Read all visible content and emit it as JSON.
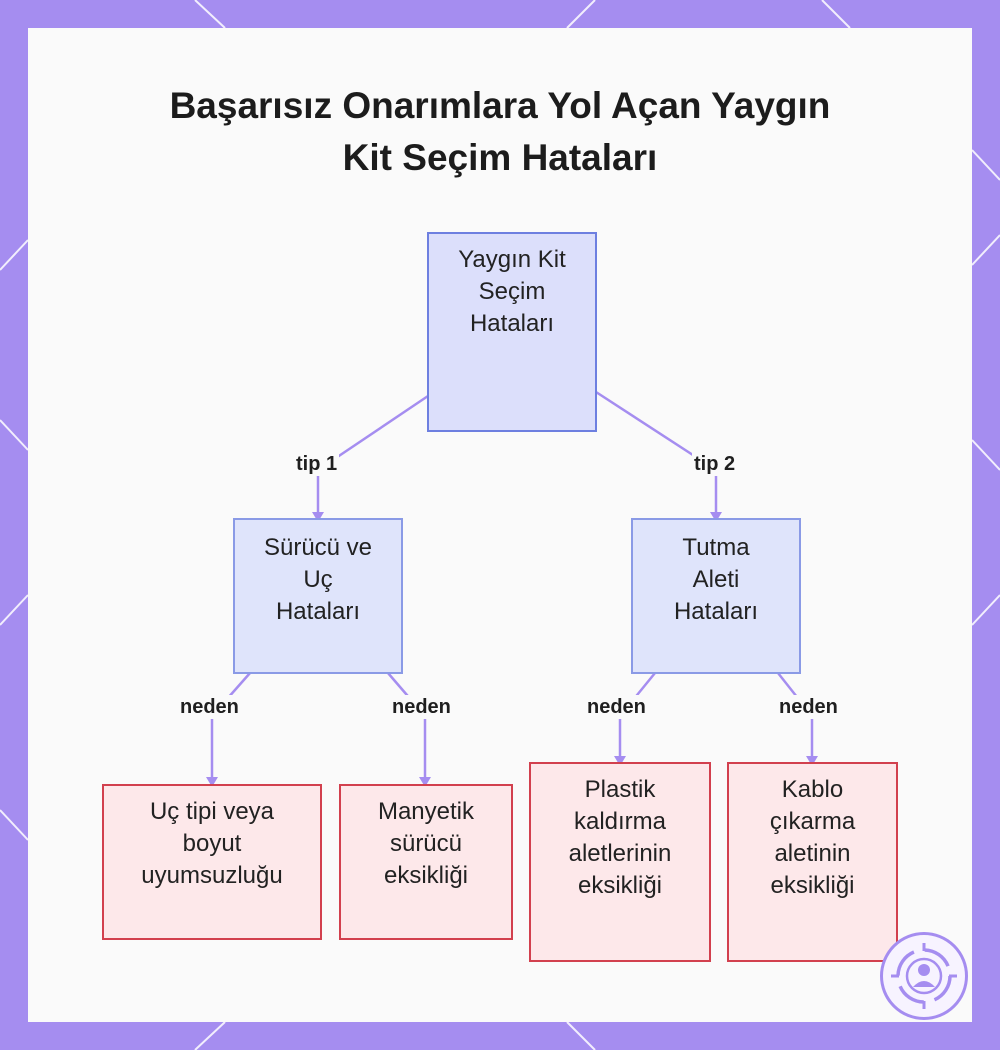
{
  "title_line1": "Başarısız Onarımlara Yol Açan Yaygın",
  "title_line2": "Kit Seçim Hataları",
  "colors": {
    "frame": "#a58df0",
    "blue_fill": "#dfe4fb",
    "blue_border": "#8a9ae6",
    "red_fill": "#fde8ea",
    "red_border": "#d2404e",
    "edge": "#a58df0"
  },
  "nodes": {
    "root": [
      "Yaygın Kit",
      "Seçim",
      "Hataları"
    ],
    "driver": [
      "Sürücü ve",
      "Uç",
      "Hataları"
    ],
    "grip": [
      "Tutma",
      "Aleti",
      "Hataları"
    ],
    "tip": [
      "Uç tipi veya",
      "boyut",
      "uyumsuzluğu"
    ],
    "magnetic": [
      "Manyetik",
      "sürücü",
      "eksikliği"
    ],
    "plastic": [
      "Plastik",
      "kaldırma",
      "aletlerinin",
      "eksikliği"
    ],
    "cable": [
      "Kablo",
      "çıkarma",
      "aletinin",
      "eksikliği"
    ]
  },
  "edge_labels": {
    "type1": "tip 1",
    "type2": "tip 2",
    "cause1": "neden",
    "cause2": "neden",
    "cause3": "neden",
    "cause4": "neden"
  },
  "badge_icon": "target-person-icon"
}
